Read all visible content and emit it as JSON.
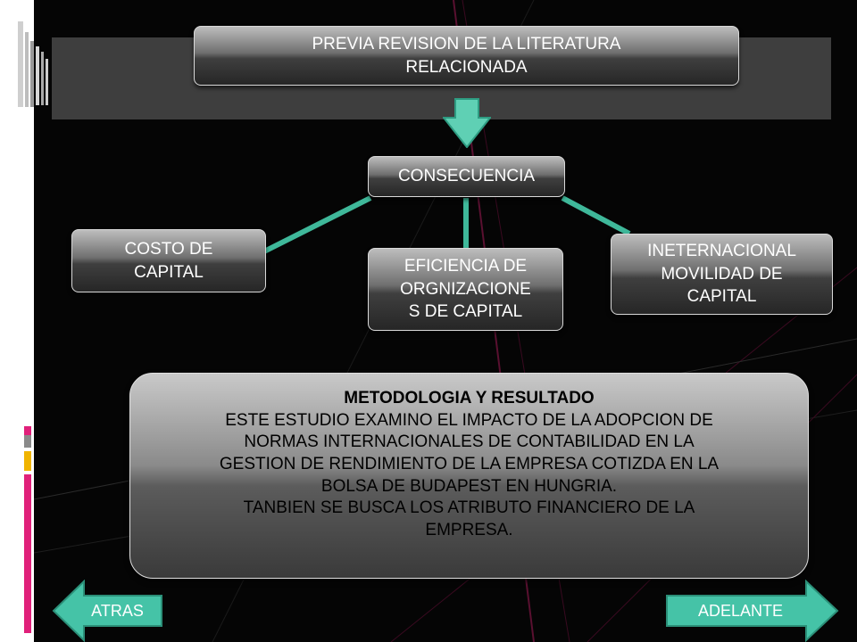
{
  "diagram": {
    "top_box": "PREVIA REVISION DE LA LITERATURA\nRELACIONADA",
    "center_box": "CONSECUENCIA",
    "branch_left": "COSTO DE\nCAPITAL",
    "branch_middle": "EFICIENCIA DE\nORGNIZACIONE\nS DE CAPITAL",
    "branch_right": "INETERNACIONAL\nMOVILIDAD DE\nCAPITAL",
    "methodology": {
      "title": "METODOLOGIA Y RESULTADO",
      "body": "ESTE ESTUDIO EXAMINO EL IMPACTO DE LA ADOPCION DE\nNORMAS INTERNACIONALES DE CONTABILIDAD EN LA\nGESTION DE RENDIMIENTO DE LA EMPRESA COTIZDA EN LA\nBOLSA DE BUDAPEST EN HUNGRIA.\nTANBIEN SE BUSCA LOS ATRIBUTO FINANCIERO DE LA\nEMPRESA."
    }
  },
  "navigation": {
    "back_label": "ATRAS",
    "next_label": "ADELANTE"
  },
  "colors": {
    "slide_background": "#050505",
    "band": "#3e3e3e",
    "connector": "#3fb89a",
    "arrow": "#5fd0b4",
    "nav_button": "#45c3a7",
    "accent_pink": "#e0207a",
    "accent_yellow": "#f0b400",
    "accent_gray": "#8a8a8a"
  }
}
